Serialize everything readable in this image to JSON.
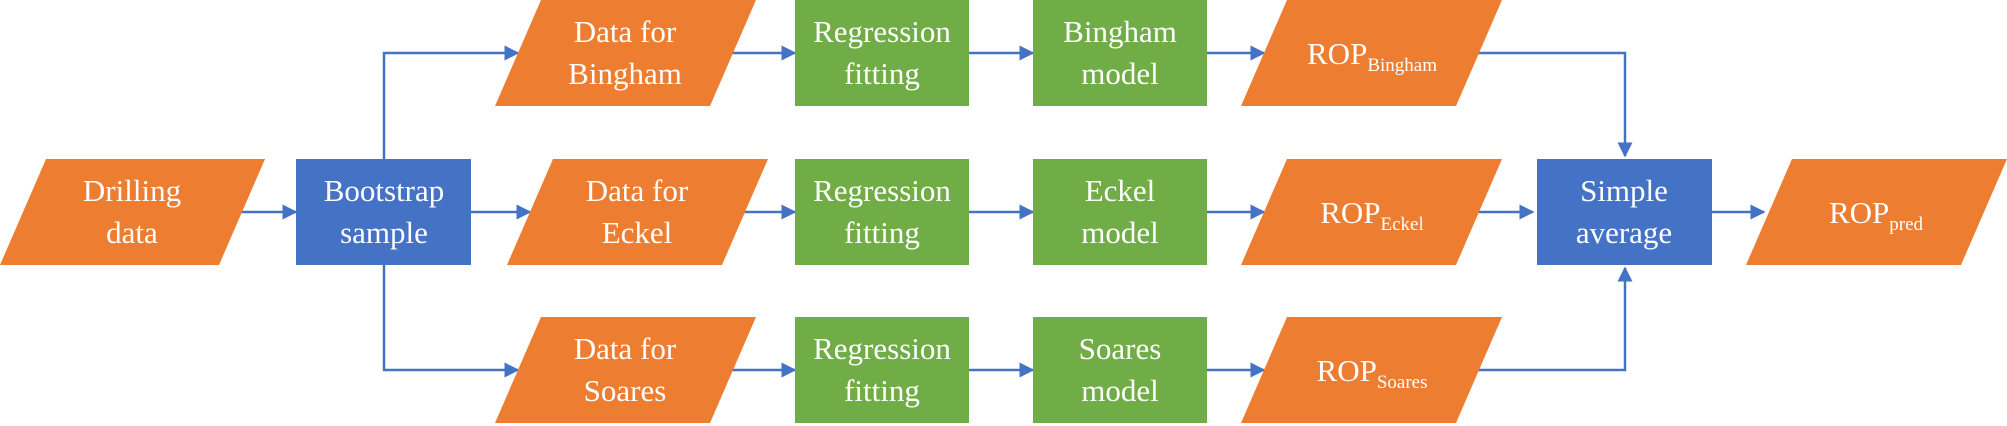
{
  "colors": {
    "data_fill": "#ED7D31",
    "process_fill": "#70AD47",
    "hub_fill": "#4472C4",
    "arrow": "#4472C4",
    "text": "#FFFFFF"
  },
  "nodes": {
    "drilling_data": [
      "Drilling",
      "data"
    ],
    "bootstrap": [
      "Bootstrap",
      "sample"
    ],
    "data_bingham": [
      "Data for",
      "Bingham"
    ],
    "data_eckel": [
      "Data for",
      "Eckel"
    ],
    "data_soares": [
      "Data for",
      "Soares"
    ],
    "fit_bingham": [
      "Regression",
      "fitting"
    ],
    "fit_eckel": [
      "Regression",
      "fitting"
    ],
    "fit_soares": [
      "Regression",
      "fitting"
    ],
    "model_bingham": [
      "Bingham",
      "model"
    ],
    "model_eckel": [
      "Eckel",
      "model"
    ],
    "model_soares": [
      "Soares",
      "model"
    ],
    "rop_bingham": {
      "main": "ROP",
      "sub": "Bingham"
    },
    "rop_eckel": {
      "main": "ROP",
      "sub": "Eckel"
    },
    "rop_soares": {
      "main": "ROP",
      "sub": "Soares"
    },
    "average": [
      "Simple",
      "average"
    ],
    "rop_pred": {
      "main": "ROP",
      "sub": "pred"
    }
  }
}
